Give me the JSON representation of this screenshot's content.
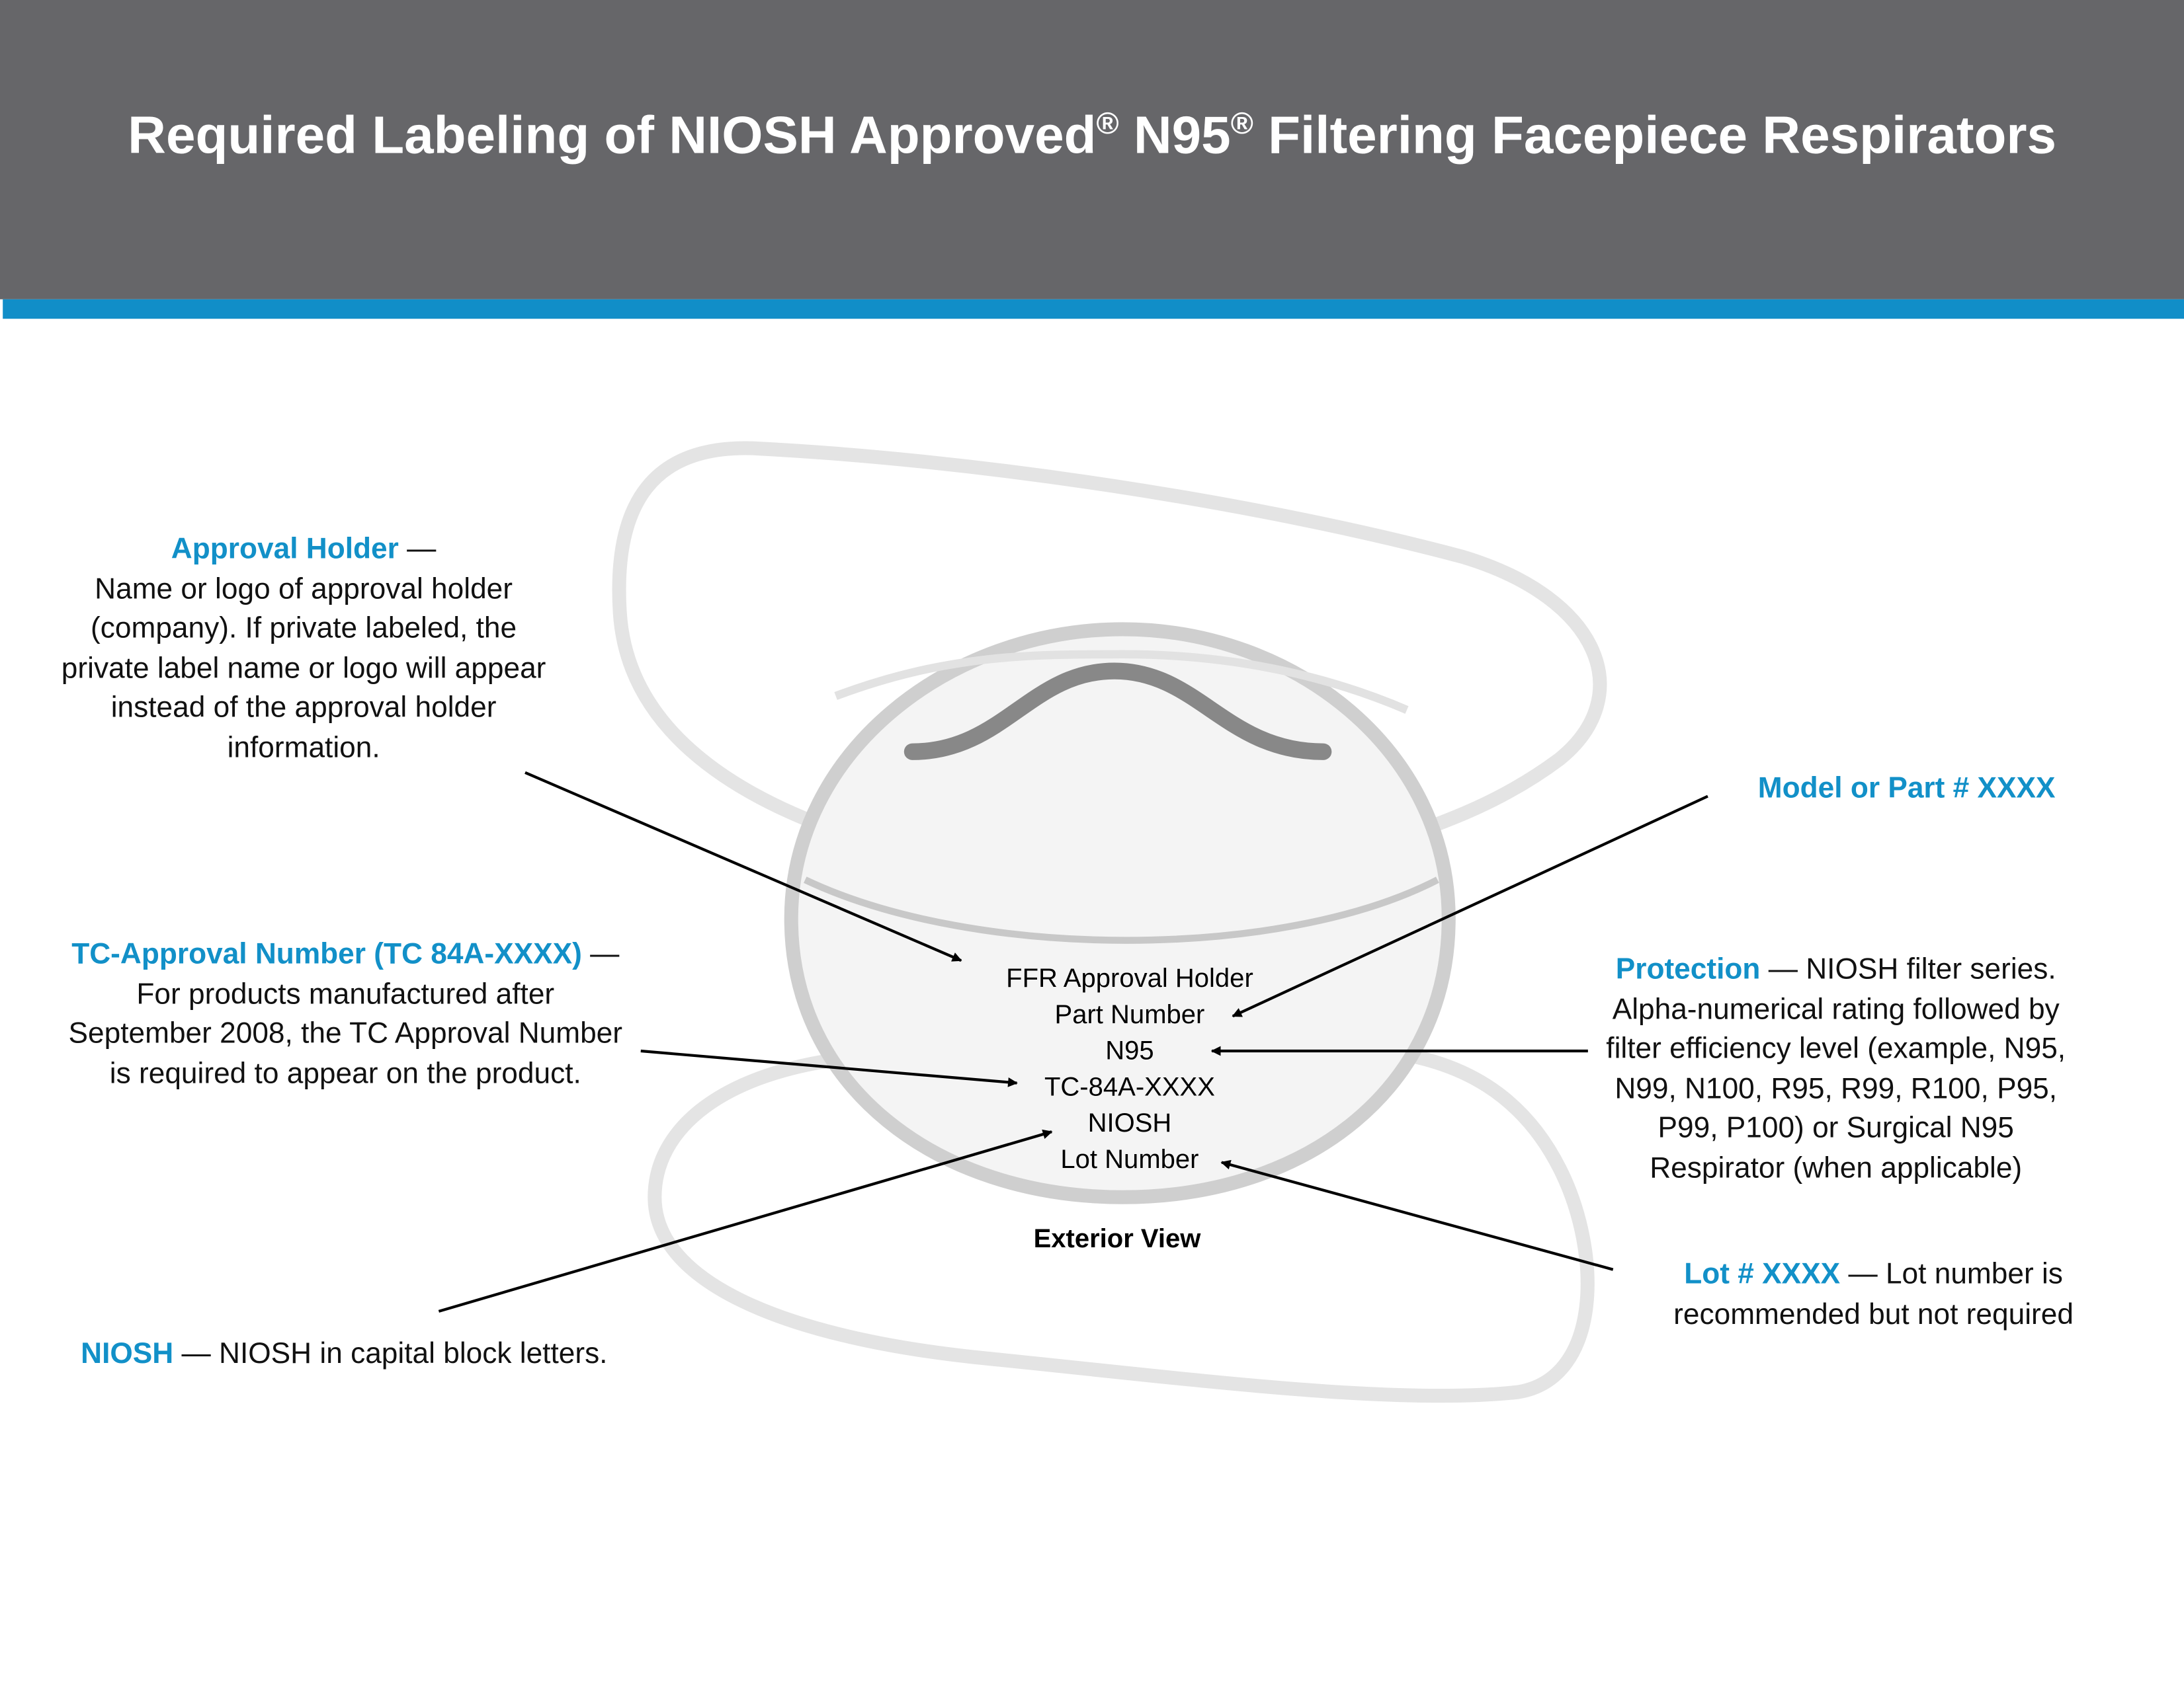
{
  "header": {
    "title_part1": "Required Labeling of NIOSH Approved",
    "title_reg1": "®",
    "title_part2": " N95",
    "title_reg2": "®",
    "title_part3": " Filtering Facepiece Respirators"
  },
  "callouts": {
    "approval_holder": {
      "label": "Approval Holder",
      "dash": " —",
      "lines": [
        "Name or logo of approval holder",
        "(company). If private labeled, the",
        "private label name or logo will appear",
        "instead of the approval holder",
        "information."
      ]
    },
    "tc_approval": {
      "label": "TC-Approval Number (TC 84A-XXXX)",
      "dash": " —",
      "lines": [
        "For products manufactured after",
        "September 2008, the TC Approval Number",
        "is required to appear on the product."
      ]
    },
    "niosh": {
      "label": "NIOSH",
      "text": " — NIOSH in capital block letters."
    },
    "model": {
      "label": "Model or Part # XXXX"
    },
    "protection": {
      "label": "Protection",
      "text": " — NIOSH filter series.",
      "lines": [
        "Alpha-numerical rating followed by",
        "filter efficiency level (example, N95,",
        "N99, N100, R95, R99, R100, P95,",
        "P99, P100) or Surgical N95",
        "Respirator (when applicable)"
      ]
    },
    "lot": {
      "label": "Lot # XXXX",
      "text": " — Lot number is",
      "lines": [
        "recommended but not required"
      ]
    }
  },
  "mask_labels": [
    "FFR Approval Holder",
    "Part Number",
    "N95",
    "TC-84A-XXXX",
    "NIOSH",
    "Lot Number"
  ],
  "caption": "Exterior View",
  "colors": {
    "header": "#666669",
    "accent": "#118ec8",
    "label": "#1290c8"
  }
}
